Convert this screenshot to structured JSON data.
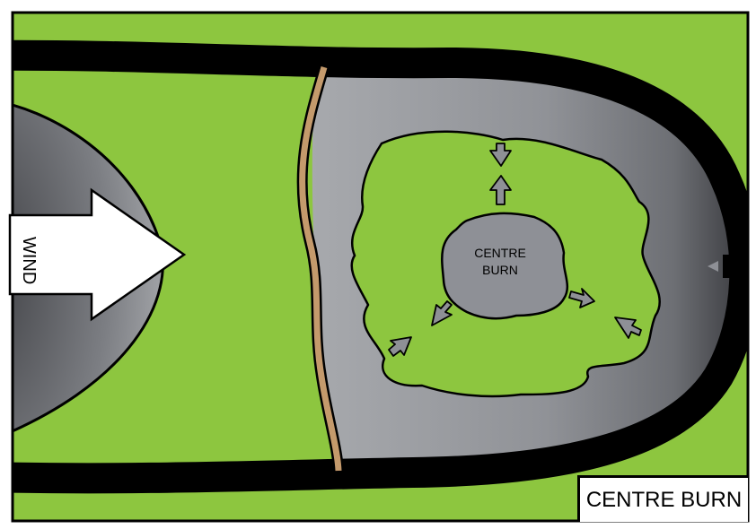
{
  "diagram": {
    "caption": "CENTRE BURN",
    "wind_label": "WIND",
    "centre_label_line1": "CENTRE",
    "centre_label_line2": "BURN",
    "colors": {
      "vegetation": "#8dc63f",
      "burnt_area": "#8e9096",
      "fire_break": "#000000",
      "track": "#c49a6c",
      "border": "#000000"
    },
    "icons": [
      "wind-arrow-icon",
      "fire-spread-arrow-icon"
    ]
  }
}
